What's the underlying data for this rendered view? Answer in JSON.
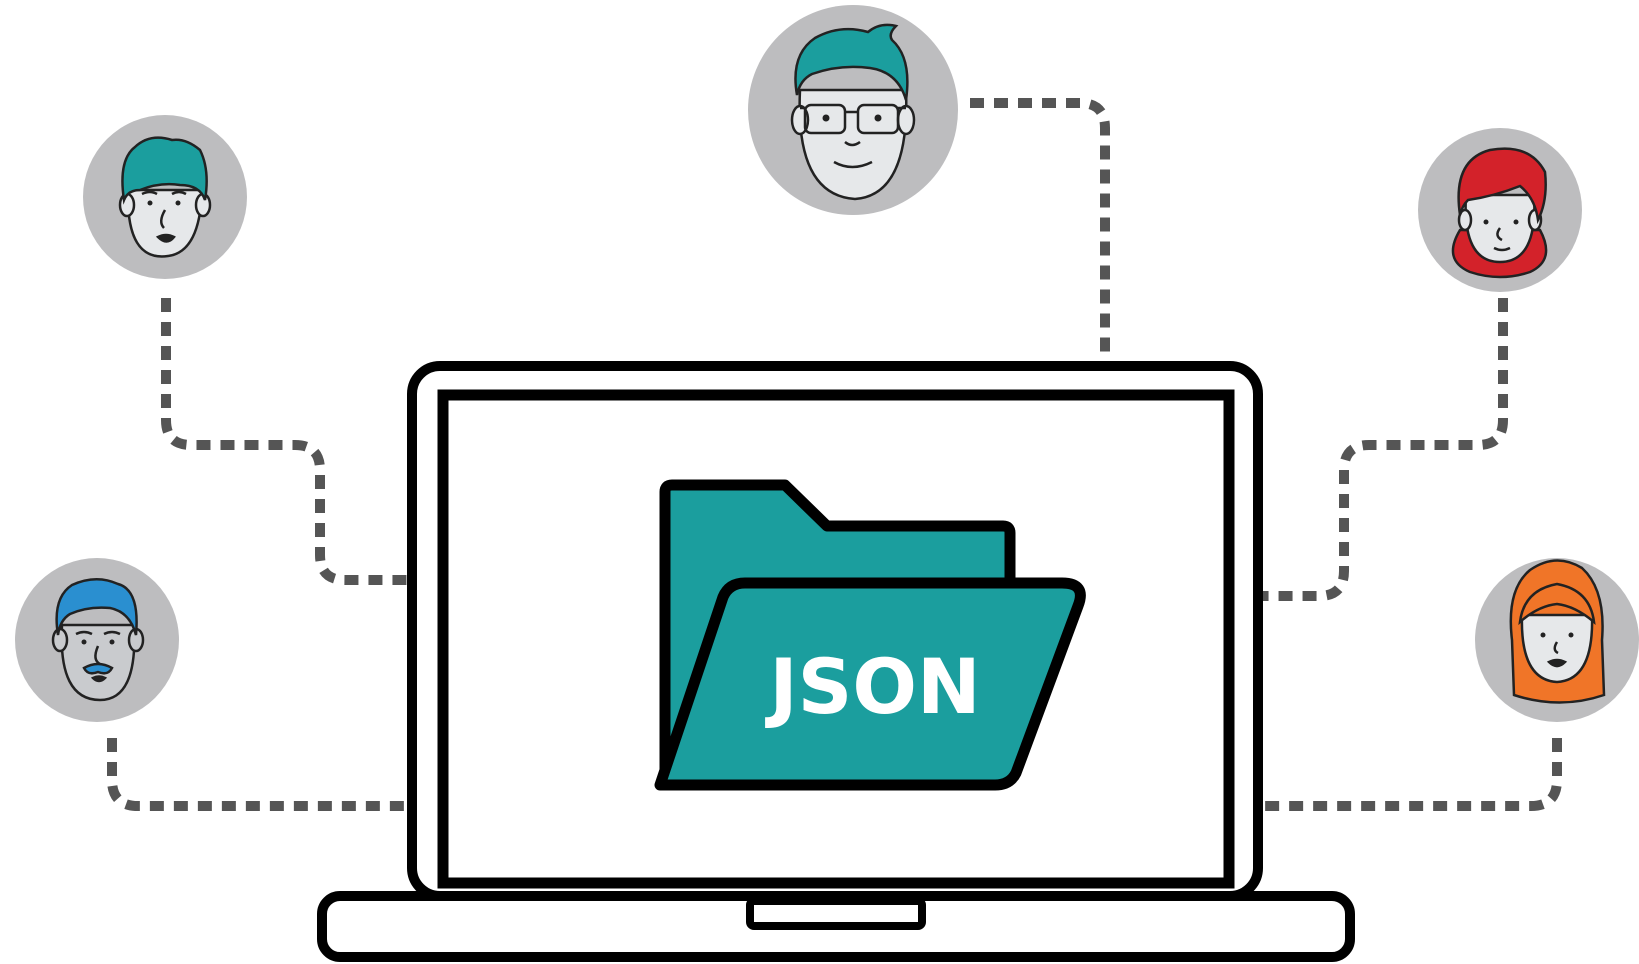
{
  "folder": {
    "label": "JSON",
    "color": "#1b9e9e",
    "label_color": "#ffffff"
  },
  "colors": {
    "outline": "#000000",
    "connector": "#555555",
    "avatar_bg": "#bdbdbf",
    "skin": "#e6e8ea"
  },
  "avatars": [
    {
      "name": "avatar-top-left",
      "hair_color": "#1b9e9e"
    },
    {
      "name": "avatar-top-center",
      "hair_color": "#1b9e9e",
      "glasses": true
    },
    {
      "name": "avatar-top-right",
      "hair_color": "#d3222a"
    },
    {
      "name": "avatar-bottom-left",
      "hair_color": "#2a8fd0",
      "mustache": true
    },
    {
      "name": "avatar-bottom-right",
      "hair_color": "#f07528"
    }
  ]
}
